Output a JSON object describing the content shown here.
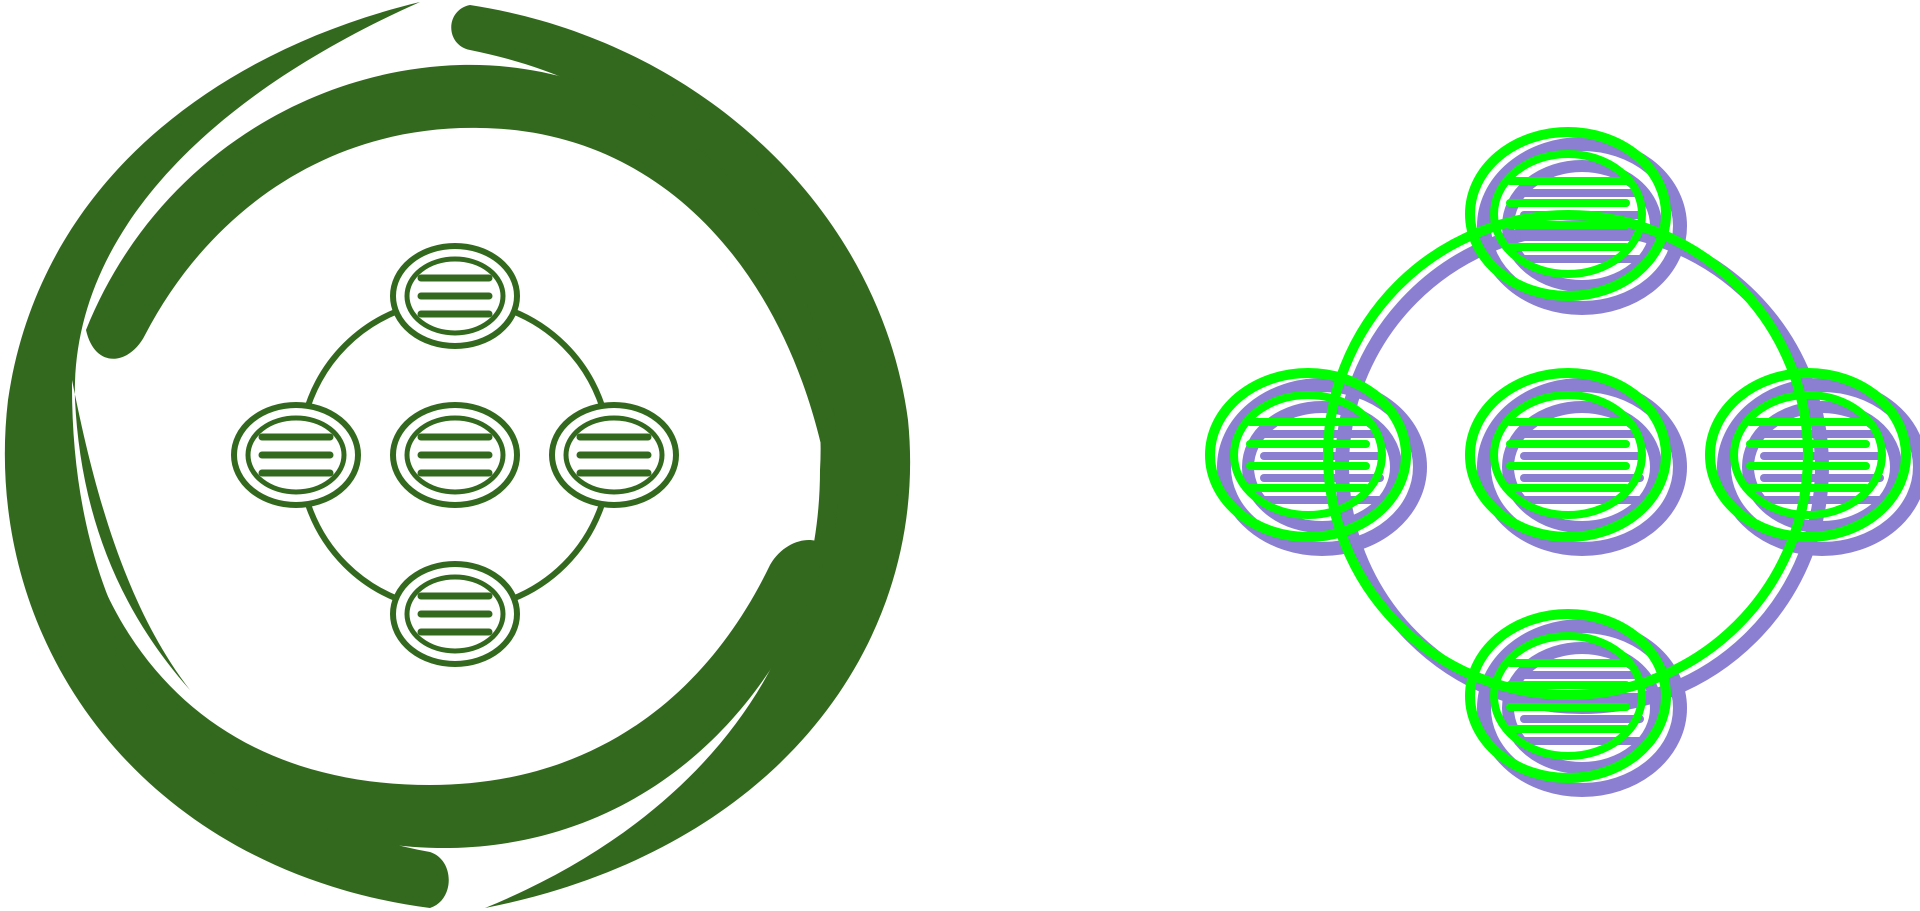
{
  "icons": [
    {
      "name": "network-cycle-icon-solid",
      "style": "solid",
      "colors": {
        "primary": "#33691e",
        "background": "#ffffff"
      },
      "node_count": 5,
      "lines_per_node": 3
    },
    {
      "name": "network-cycle-icon-glyph",
      "style": "offset-outline",
      "colors": {
        "outline": "#00ff00",
        "shadow": "#8a7fd0",
        "background": "#ffffff"
      },
      "node_count": 5,
      "lines_per_node": 4
    }
  ]
}
